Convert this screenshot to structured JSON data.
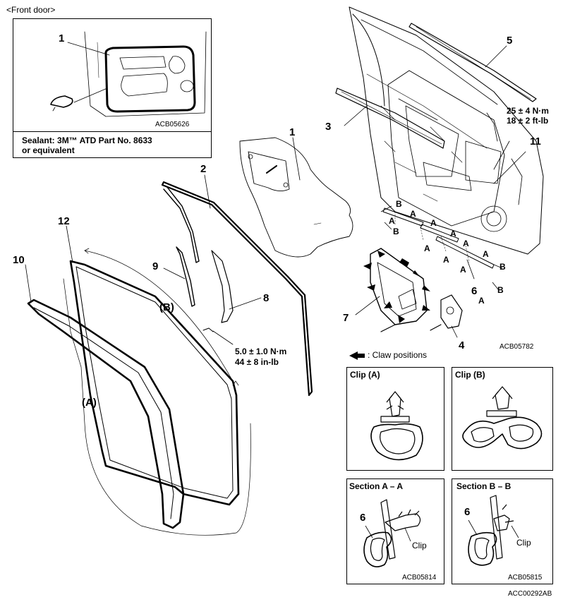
{
  "front_door_heading": "<Front door>",
  "inset": {
    "code": "ACB05626",
    "sealant_line1": "Sealant: 3M™ ATD Part No. 8633",
    "sealant_line2": "or equivalent",
    "callout": "1"
  },
  "callouts": {
    "n1": "1",
    "n2": "2",
    "n3": "3",
    "n4": "4",
    "n5": "5",
    "n6": "6",
    "n7": "7",
    "n8": "8",
    "n9": "9",
    "n10": "10",
    "n11": "11",
    "n12": "12"
  },
  "torques": {
    "upper_line1": "25 ± 4 N·m",
    "upper_line2": "18 ± 2 ft-lb",
    "lower_line1": "5.0 ± 1.0 N·m",
    "lower_line2": "44 ± 8 in-lb"
  },
  "markers": {
    "B_label": "(B)",
    "A_label": "(A)",
    "a": "A",
    "b": "B"
  },
  "codes": {
    "main": "ACB05782",
    "section_a": "ACB05814",
    "section_b": "ACB05815",
    "footer": "ACC00292AB"
  },
  "claw_legend": ": Claw positions",
  "clip_a_title": "Clip (A)",
  "clip_b_title": "Clip (B)",
  "section_a_title": "Section A – A",
  "section_b_title": "Section B – B",
  "section_callout": "6",
  "clip_word": "Clip"
}
